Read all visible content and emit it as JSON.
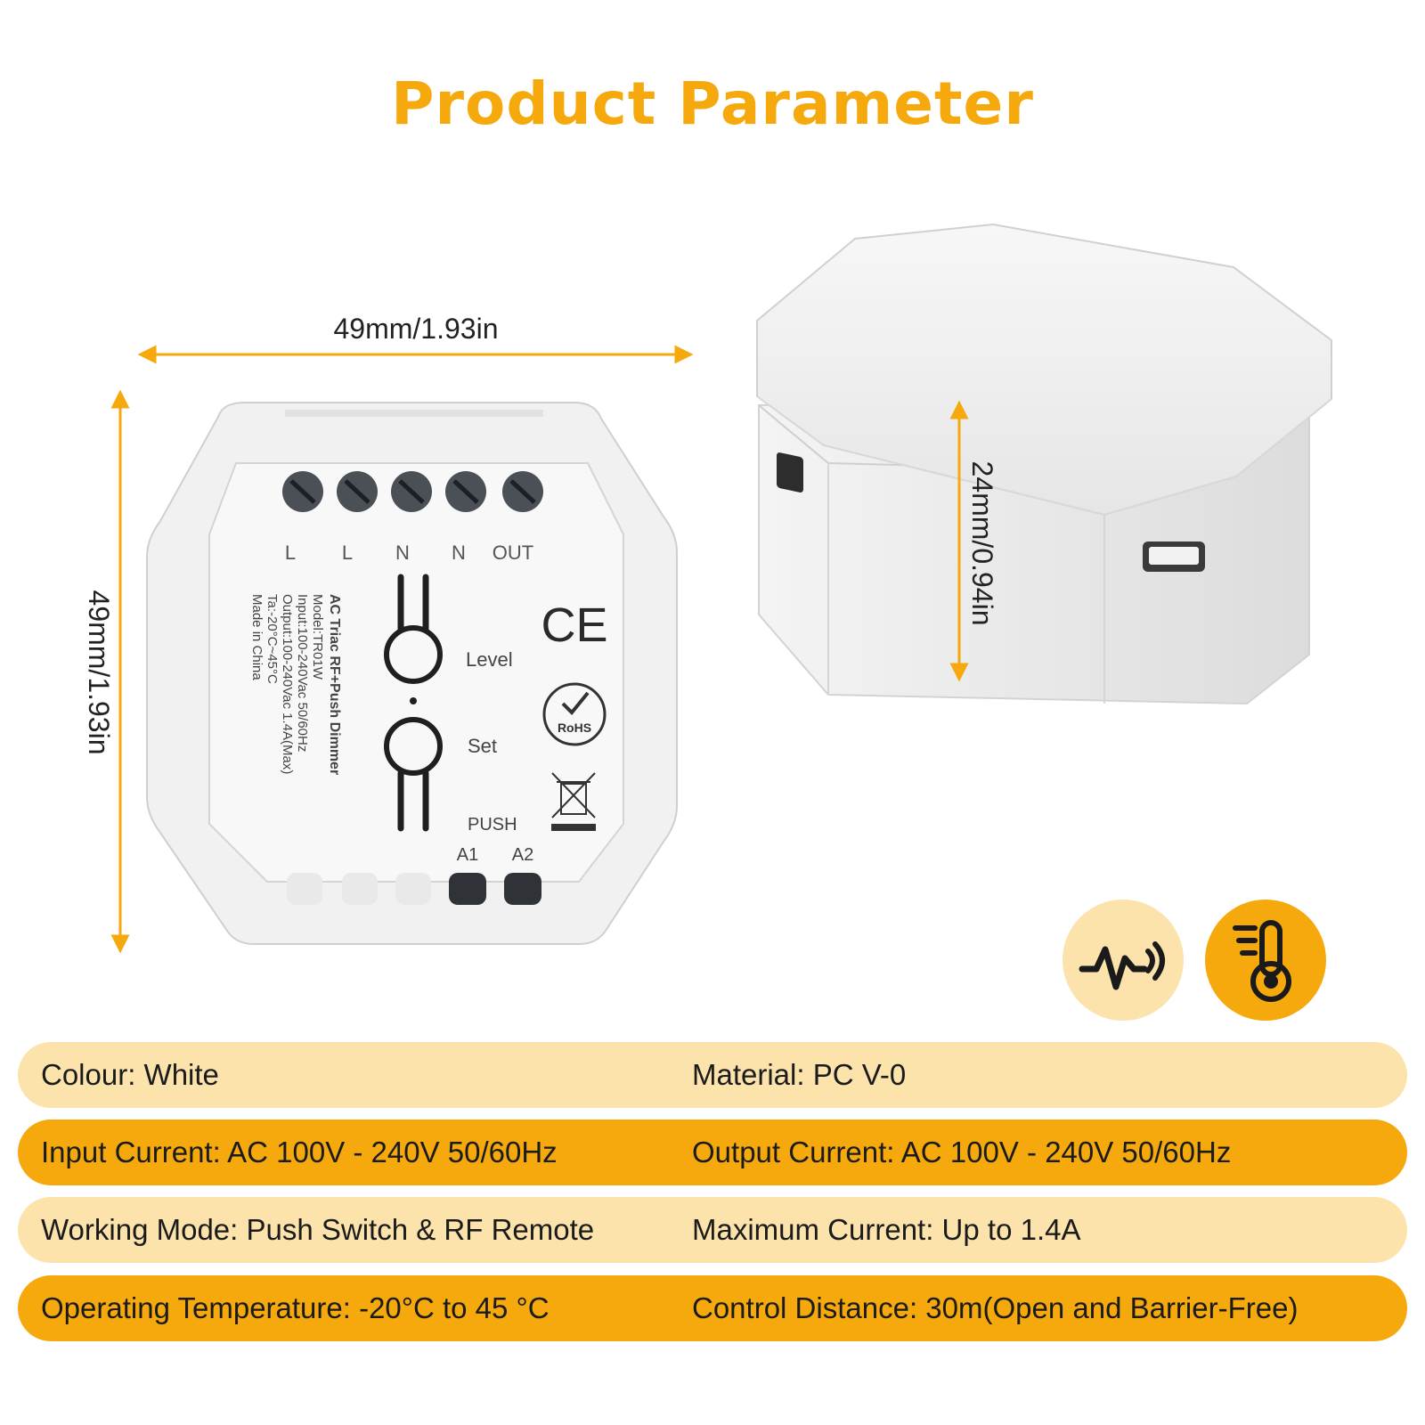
{
  "title": "Product Parameter",
  "dimensions": {
    "width": "49mm/1.93in",
    "height": "49mm/1.93in",
    "depth": "24mm/0.94in"
  },
  "device": {
    "terminals_top": [
      "L",
      "L",
      "N",
      "N",
      "OUT"
    ],
    "label_lines": [
      "AC Triac RF+Push Dimmer",
      "Model:TR01W",
      "Input:100-240Vac 50/60Hz",
      "Output:100-240Vac 1.4A(Max)",
      "Ta:-20°C~45°C",
      "Made in China"
    ],
    "button_level": "Level",
    "button_set": "Set",
    "push_label": "PUSH",
    "terminals_bottom": [
      "A1",
      "A2"
    ],
    "ce_mark": "CE",
    "rohs_mark": "RoHS"
  },
  "icons": [
    "signal-wave-icon",
    "thermometer-icon"
  ],
  "colors": {
    "accent": "#f5a90c",
    "light": "#fbe3ab"
  },
  "specs": [
    {
      "left": "Colour: White",
      "right": "Material: PC V-0"
    },
    {
      "left": "Input Current: AC 100V - 240V 50/60Hz",
      "right": "Output Current: AC 100V - 240V 50/60Hz"
    },
    {
      "left": "Working Mode: Push Switch & RF Remote",
      "right": "Maximum Current: Up to 1.4A"
    },
    {
      "left": "Operating Temperature: -20°C to 45 °C",
      "right": "Control Distance: 30m(Open and Barrier-Free)"
    }
  ]
}
